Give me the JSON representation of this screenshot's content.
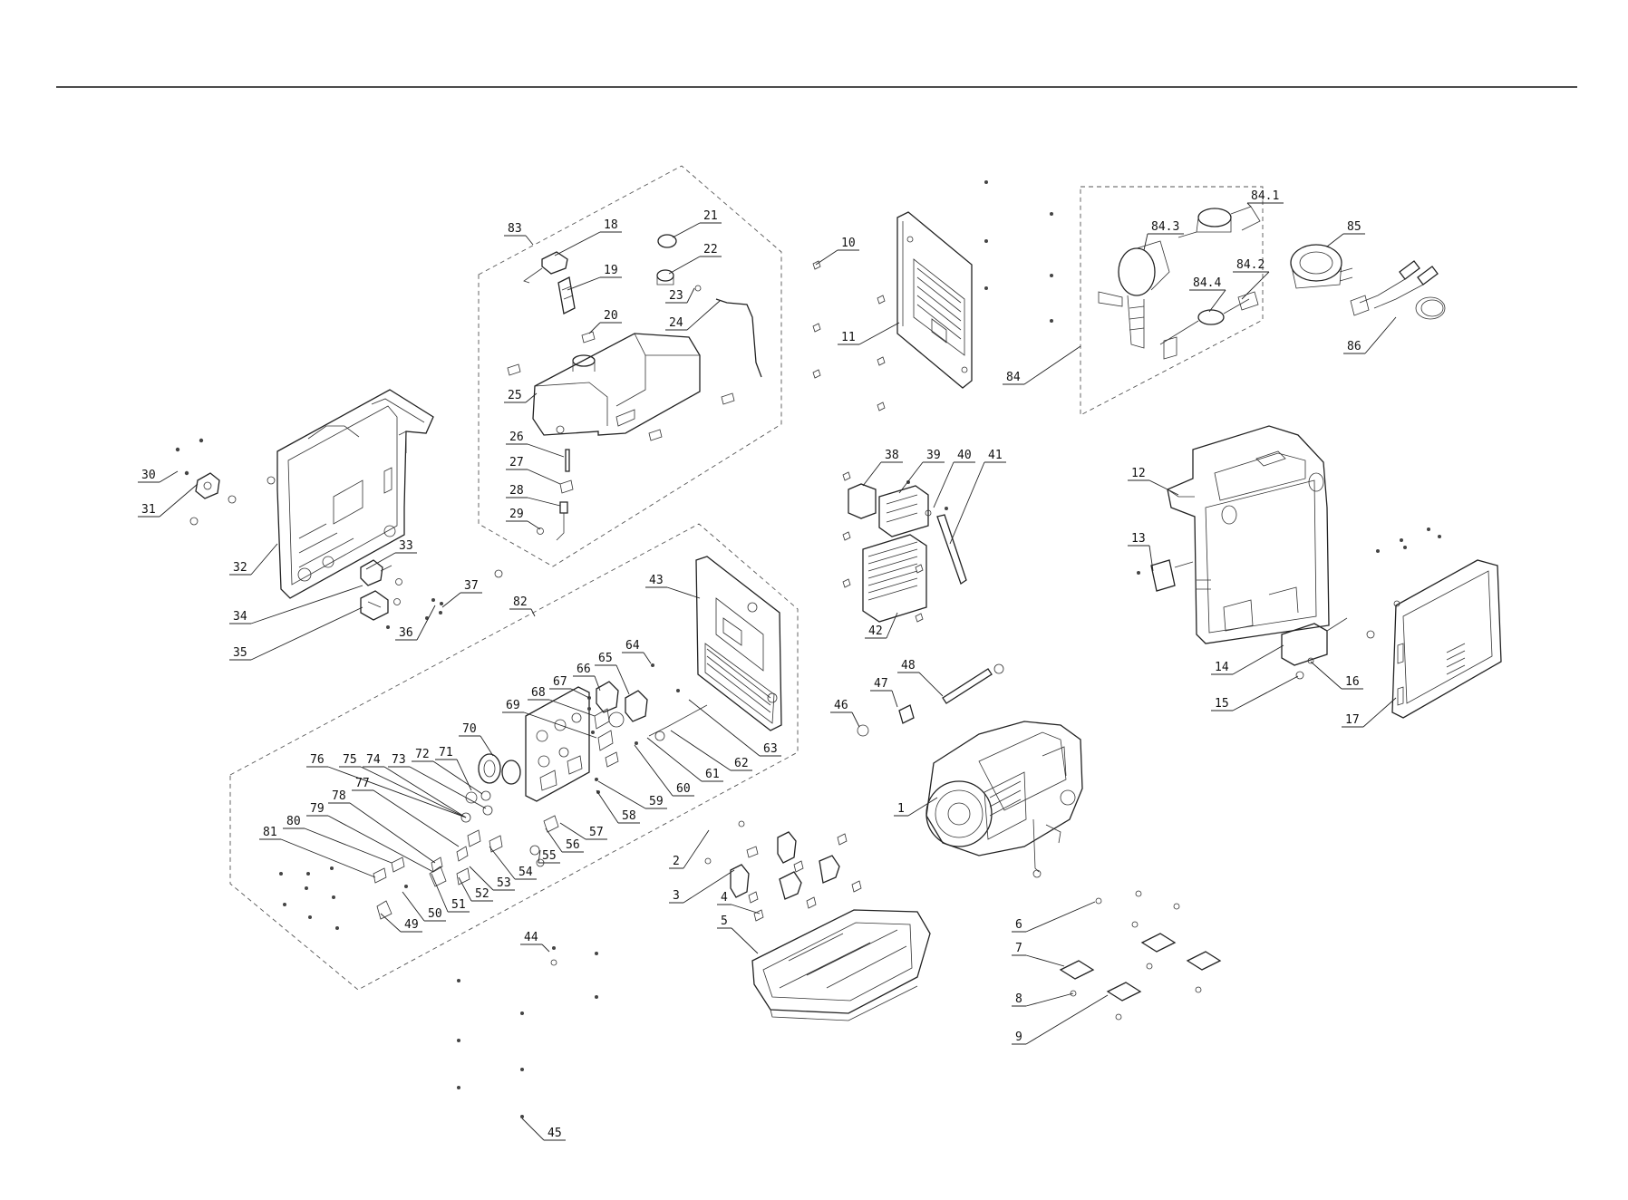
{
  "callouts": [
    {
      "text": "1",
      "id": "engine-assembly"
    },
    {
      "text": "2",
      "id": "bolt"
    },
    {
      "text": "3",
      "id": "engine-mount-bracket"
    },
    {
      "text": "4",
      "id": "nut"
    },
    {
      "text": "5",
      "id": "base-frame"
    },
    {
      "text": "6",
      "id": "washer"
    },
    {
      "text": "7",
      "id": "rubber-foot"
    },
    {
      "text": "8",
      "id": "foot-bolt"
    },
    {
      "text": "9",
      "id": "foot-pad"
    },
    {
      "text": "10",
      "id": "clip"
    },
    {
      "text": "11",
      "id": "front-panel"
    },
    {
      "text": "12",
      "id": "right-housing"
    },
    {
      "text": "13",
      "id": "switch"
    },
    {
      "text": "14",
      "id": "battery-box"
    },
    {
      "text": "15",
      "id": "screw"
    },
    {
      "text": "16",
      "id": "screw"
    },
    {
      "text": "17",
      "id": "side-cover"
    },
    {
      "text": "18",
      "id": "fuel-cap"
    },
    {
      "text": "19",
      "id": "fuel-strainer"
    },
    {
      "text": "20",
      "id": "cushion"
    },
    {
      "text": "21",
      "id": "fuel-gauge-ring"
    },
    {
      "text": "22",
      "id": "fuel-gauge"
    },
    {
      "text": "23",
      "id": "clamp"
    },
    {
      "text": "24",
      "id": "vent-hose"
    },
    {
      "text": "25",
      "id": "fuel-tank"
    },
    {
      "text": "26",
      "id": "fuel-filter"
    },
    {
      "text": "27",
      "id": "clamp"
    },
    {
      "text": "28",
      "id": "fuel-hose"
    },
    {
      "text": "29",
      "id": "clamp"
    },
    {
      "text": "30",
      "id": "screw"
    },
    {
      "text": "31",
      "id": "bracket"
    },
    {
      "text": "32",
      "id": "left-housing"
    },
    {
      "text": "33",
      "id": "choke-knob"
    },
    {
      "text": "34",
      "id": "fuel-valve"
    },
    {
      "text": "35",
      "id": "valve-bracket"
    },
    {
      "text": "36",
      "id": "screw"
    },
    {
      "text": "37",
      "id": "screw"
    },
    {
      "text": "38",
      "id": "inverter-cover"
    },
    {
      "text": "39",
      "id": "inverter-module"
    },
    {
      "text": "40",
      "id": "screw"
    },
    {
      "text": "41",
      "id": "rod"
    },
    {
      "text": "42",
      "id": "heat-sink"
    },
    {
      "text": "43",
      "id": "control-panel-frame"
    },
    {
      "text": "44",
      "id": "screw"
    },
    {
      "text": "45",
      "id": "screw"
    },
    {
      "text": "46",
      "id": "grommet"
    },
    {
      "text": "47",
      "id": "clip"
    },
    {
      "text": "48",
      "id": "shaft"
    },
    {
      "text": "49",
      "id": "wire-clip"
    },
    {
      "text": "50",
      "id": "screw"
    },
    {
      "text": "51",
      "id": "outlet"
    },
    {
      "text": "52",
      "id": "outlet-cover"
    },
    {
      "text": "53",
      "id": "outlet"
    },
    {
      "text": "54",
      "id": "outlet-cover"
    },
    {
      "text": "55",
      "id": "breaker"
    },
    {
      "text": "56",
      "id": "breaker"
    },
    {
      "text": "57",
      "id": "usb-port"
    },
    {
      "text": "58",
      "id": "lamp"
    },
    {
      "text": "59",
      "id": "indicator"
    },
    {
      "text": "60",
      "id": "switch"
    },
    {
      "text": "61",
      "id": "connector"
    },
    {
      "text": "62",
      "id": "terminal"
    },
    {
      "text": "63",
      "id": "wire"
    },
    {
      "text": "64",
      "id": "screw"
    },
    {
      "text": "65",
      "id": "outlet-120v"
    },
    {
      "text": "66",
      "id": "outlet-cover"
    },
    {
      "text": "67",
      "id": "screw"
    },
    {
      "text": "68",
      "id": "outlet"
    },
    {
      "text": "69",
      "id": "control-panel"
    },
    {
      "text": "70",
      "id": "twist-lock-outlet"
    },
    {
      "text": "71",
      "id": "outlet-cover"
    },
    {
      "text": "72",
      "id": "knob"
    },
    {
      "text": "73",
      "id": "knob"
    },
    {
      "text": "74",
      "id": "button"
    },
    {
      "text": "75",
      "id": "button"
    },
    {
      "text": "76",
      "id": "button"
    },
    {
      "text": "77",
      "id": "cap"
    },
    {
      "text": "78",
      "id": "switch"
    },
    {
      "text": "79",
      "id": "switch"
    },
    {
      "text": "80",
      "id": "terminal"
    },
    {
      "text": "81",
      "id": "terminal-cap"
    },
    {
      "text": "82",
      "id": "control-panel-assembly"
    },
    {
      "text": "83",
      "id": "fuel-tank-assembly"
    },
    {
      "text": "84",
      "id": "parallel-kit"
    },
    {
      "text": "84.1",
      "id": "parallel-connector"
    },
    {
      "text": "84.2",
      "id": "parallel-cable"
    },
    {
      "text": "84.3",
      "id": "parallel-plug"
    },
    {
      "text": "84.4",
      "id": "parallel-coupler"
    },
    {
      "text": "85",
      "id": "adapter-plug"
    },
    {
      "text": "86",
      "id": "charging-cable"
    }
  ]
}
